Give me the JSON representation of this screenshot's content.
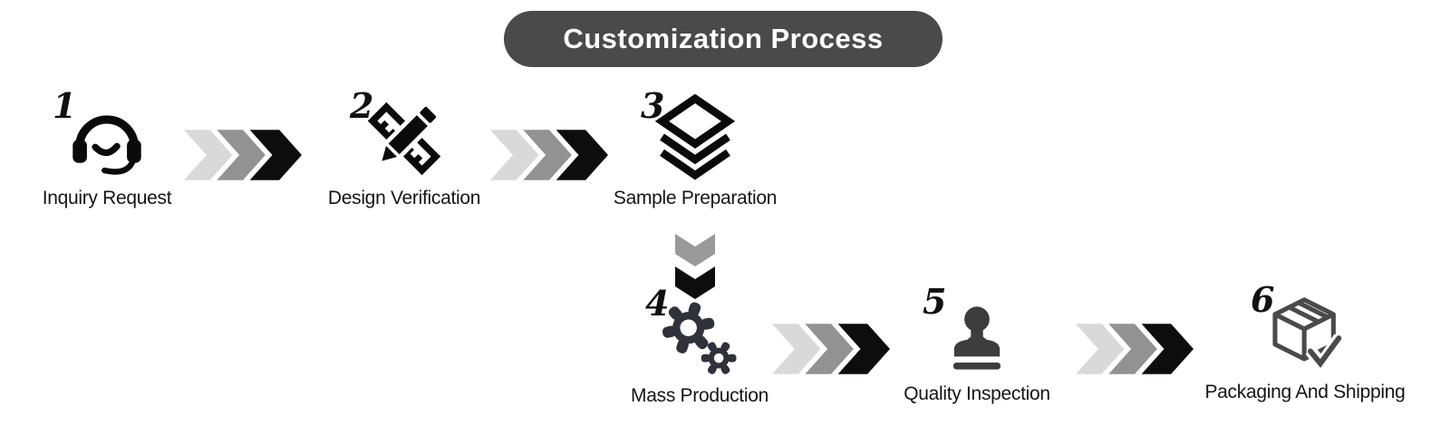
{
  "title": "Customization Process",
  "banner": {
    "bg_color": "#4a4a4a",
    "text_color": "#ffffff"
  },
  "steps": [
    {
      "number": "1",
      "label": "Inquiry Request",
      "icon": "headset-icon"
    },
    {
      "number": "2",
      "label": "Design Verification",
      "icon": "ruler-pencil-icon"
    },
    {
      "number": "3",
      "label": "Sample Preparation",
      "icon": "layers-icon"
    },
    {
      "number": "4",
      "label": "Mass Production",
      "icon": "gears-icon"
    },
    {
      "number": "5",
      "label": "Quality Inspection",
      "icon": "stamp-icon"
    },
    {
      "number": "6",
      "label": "Packaging And Shipping",
      "icon": "package-check-icon"
    }
  ],
  "connectors": {
    "horizontal": {
      "icon": "triple-chevron-right-icon",
      "colors": [
        "#d9d9d9",
        "#929292",
        "#0d0d0d"
      ]
    },
    "vertical": {
      "icon": "double-chevron-down-icon",
      "colors": [
        "#9a9a9a",
        "#0d0d0d"
      ]
    }
  },
  "icon_colors": {
    "line_icons": "#0a0a0a",
    "gears": "#31313b",
    "stamp": "#3d3d3d",
    "package": "#4a4a4a"
  }
}
